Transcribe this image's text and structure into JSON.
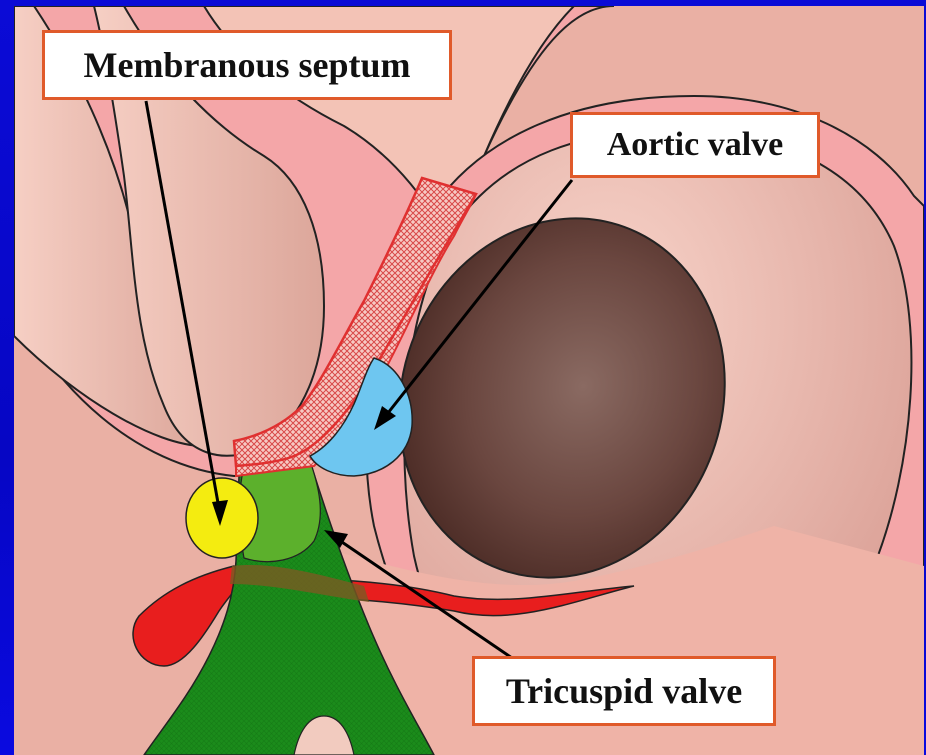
{
  "labels": {
    "membranous_septum": "Membranous septum",
    "aortic_valve": "Aortic valve",
    "tricuspid_valve": "Tricuspid valve"
  },
  "colors": {
    "background": "#0a0ad8",
    "tissue": "#f0b3a8",
    "tissue_light": "#f6cfc4",
    "wall_pink": "#f4a3a6",
    "aortic_lumen": "#6e4a43",
    "membranous_septum": "#e03c3c",
    "aortic_valve": "#6ec6f0",
    "tricuspid_valve": "#1a8a1a",
    "tricuspid_light": "#56b02a",
    "yellow_leaflet": "#f4ec10",
    "red_vessel": "#e81e1e",
    "label_border": "#e05a2a"
  }
}
